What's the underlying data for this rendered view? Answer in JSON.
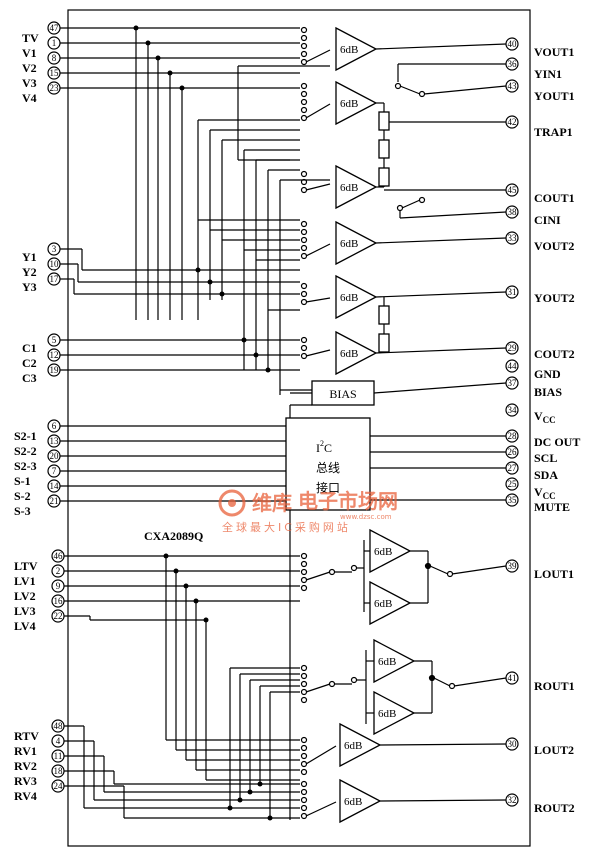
{
  "chip": {
    "name": "CXA2089Q",
    "bias_label": "BIAS",
    "i2c": {
      "line1_main": "I",
      "line1_sup": "2",
      "line1_rest": "C",
      "line2": "总线",
      "line3": "接口"
    },
    "amp_label": "6dB"
  },
  "left_pins": [
    {
      "label": "TV",
      "num": "47"
    },
    {
      "label": "V1",
      "num": "1"
    },
    {
      "label": "V2",
      "num": "8"
    },
    {
      "label": "V3",
      "num": "15"
    },
    {
      "label": "V4",
      "num": "23"
    },
    {
      "label": "Y1",
      "num": "3"
    },
    {
      "label": "Y2",
      "num": "10"
    },
    {
      "label": "Y3",
      "num": "17"
    },
    {
      "label": "C1",
      "num": "5"
    },
    {
      "label": "C2",
      "num": "12"
    },
    {
      "label": "C3",
      "num": "19"
    },
    {
      "label": "S2-1",
      "num": "6"
    },
    {
      "label": "S2-2",
      "num": "13"
    },
    {
      "label": "S2-3",
      "num": "20"
    },
    {
      "label": "S-1",
      "num": "7"
    },
    {
      "label": "S-2",
      "num": "14"
    },
    {
      "label": "S-3",
      "num": "21"
    },
    {
      "label": "LTV",
      "num": "46"
    },
    {
      "label": "LV1",
      "num": "2"
    },
    {
      "label": "LV2",
      "num": "9"
    },
    {
      "label": "LV3",
      "num": "16"
    },
    {
      "label": "LV4",
      "num": "22"
    },
    {
      "label": "RTV",
      "num": "48"
    },
    {
      "label": "RV1",
      "num": "4"
    },
    {
      "label": "RV2",
      "num": "11"
    },
    {
      "label": "RV3",
      "num": "18"
    },
    {
      "label": "RV4",
      "num": "24"
    }
  ],
  "right_pins": [
    {
      "label": "VOUT1",
      "num": "40"
    },
    {
      "label": "YIN1",
      "num": "36"
    },
    {
      "label": "YOUT1",
      "num": "43"
    },
    {
      "label": "TRAP1",
      "num": "42"
    },
    {
      "label": "COUT1",
      "num": "45"
    },
    {
      "label": "CINI",
      "num": "38"
    },
    {
      "label": "VOUT2",
      "num": "33"
    },
    {
      "label": "YOUT2",
      "num": "31"
    },
    {
      "label": "COUT2",
      "num": "29"
    },
    {
      "label": "GND",
      "num": "44"
    },
    {
      "label": "BIAS",
      "num": "37"
    },
    {
      "label": "VCC",
      "num": "34"
    },
    {
      "label": "DC OUT",
      "num": "28"
    },
    {
      "label": "SCL",
      "num": "26"
    },
    {
      "label": "SDA",
      "num": "27"
    },
    {
      "label": "VCC",
      "num": "25"
    },
    {
      "label": "MUTE",
      "num": "35"
    },
    {
      "label": "LOUT1",
      "num": "39"
    },
    {
      "label": "ROUT1",
      "num": "41"
    },
    {
      "label": "LOUT2",
      "num": "30"
    },
    {
      "label": "ROUT2",
      "num": "32"
    }
  ],
  "watermark": {
    "brand": "维库",
    "name": "电子市场网",
    "slogan": "全球最大IC采购网站",
    "url": "www.dzsc.com"
  }
}
